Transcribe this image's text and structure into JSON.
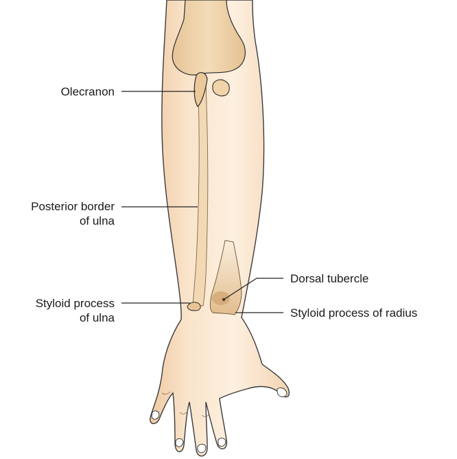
{
  "labels": {
    "olecranon": "Olecranon",
    "posterior_border": [
      "Posterior border",
      "of ulna"
    ],
    "styloid_ulna": [
      "Styloid process",
      "of ulna"
    ],
    "dorsal_tubercle": "Dorsal tubercle",
    "styloid_radius": "Styloid process of radius"
  },
  "colors": {
    "skin": "#f8e2c8",
    "skin_shadow": "#edcaa7",
    "bone": "#e9cca0",
    "bone_dark": "#c9975f",
    "outline": "#3a3a3a",
    "leader_line": "#222222",
    "text": "#1a1a1a"
  }
}
